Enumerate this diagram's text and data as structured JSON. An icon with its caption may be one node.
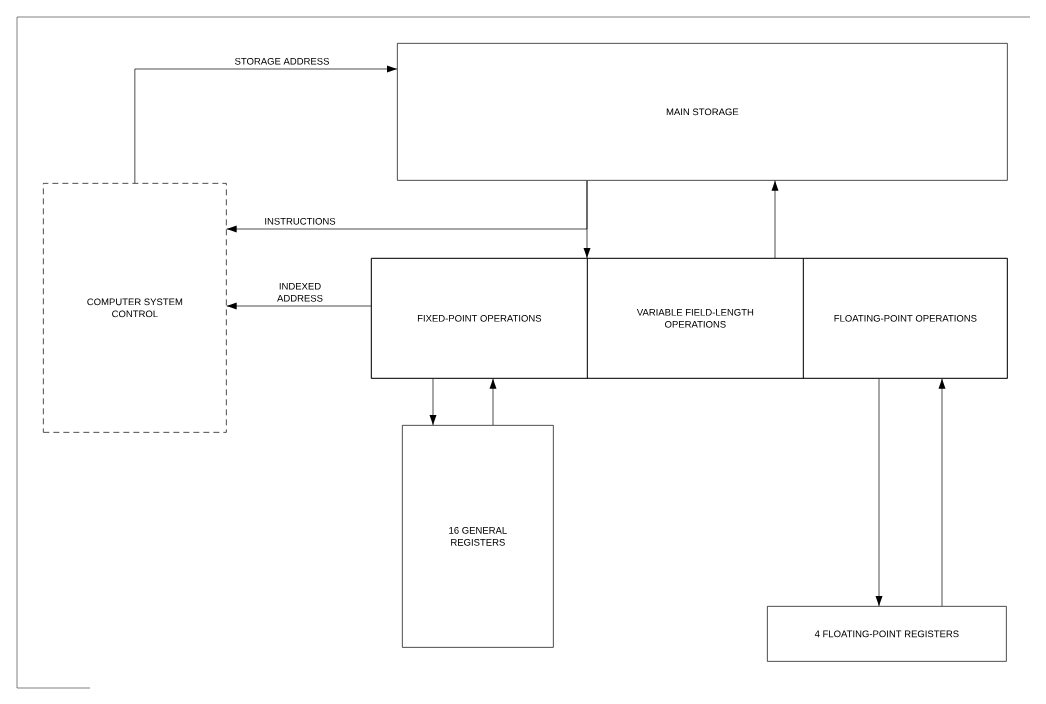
{
  "diagram": {
    "nodes": [
      {
        "text": [
          "MAIN STORAGE"
        ]
      },
      {
        "text": [
          "COMPUTER SYSTEM CONTROL"
        ]
      },
      {
        "text": [],
        "shape": "box"
      },
      {
        "text": [
          "FIXED-POINT OPERATIONS"
        ],
        "in": 2
      },
      {
        "text": [
          "VARIABLE FIELD-LENGTH OPERATIONS"
        ],
        "in": 2
      },
      {
        "text": [
          "FLOATING-POINT OPERATIONS"
        ],
        "in": 2
      },
      {
        "text": [
          "16 GENERAL REGISTERS"
        ]
      },
      {
        "text": [
          "4 FLOATING-POINT REGISTERS"
        ]
      }
    ],
    "edges": [
      {
        "from": 1,
        "to": 0,
        "arrow": "to",
        "label": "STORAGE ADDRESS"
      },
      {
        "from": 0,
        "to": 1,
        "arrow": "to",
        "label": "INSTRUCTIONS"
      },
      {
        "from": 0,
        "to": 2,
        "arrow": "to"
      },
      {
        "from": 3,
        "to": 1,
        "arrow": "to",
        "label": "INDEXED ADDRESS"
      },
      {
        "from": 3,
        "to": 6,
        "arrow": "to"
      },
      {
        "from": 6,
        "to": 3,
        "arrow": "to"
      },
      {
        "from": 5,
        "to": 7,
        "arrow": "to"
      },
      {
        "from": 7,
        "to": 5,
        "arrow": "to"
      },
      {
        "from": 2,
        "to": 0,
        "arrow": "to"
      }
    ]
  }
}
